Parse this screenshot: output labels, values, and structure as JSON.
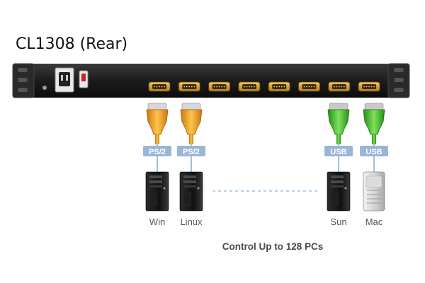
{
  "diagram": {
    "title": "CL1308 (Rear)",
    "caption": "Control Up to 128 PCs",
    "port_count": 8,
    "connections": [
      {
        "connector": "PS/2",
        "pc": "Win",
        "connector_color": "orange",
        "pc_style": "black tower"
      },
      {
        "connector": "PS/2",
        "pc": "Linux",
        "connector_color": "orange",
        "pc_style": "black tower"
      },
      {
        "connector": "USB",
        "pc": "Sun",
        "connector_color": "green",
        "pc_style": "black tower"
      },
      {
        "connector": "USB",
        "pc": "Mac",
        "connector_color": "green",
        "pc_style": "silver tower"
      }
    ],
    "colors": {
      "chassis": "#1f1f1f",
      "port_gold": "#d8a23a",
      "ps2_connector": "#f0a020",
      "usb_connector": "#3fbf2a",
      "badge": "#9ab6d6",
      "cable": "#9fc0e0"
    }
  }
}
